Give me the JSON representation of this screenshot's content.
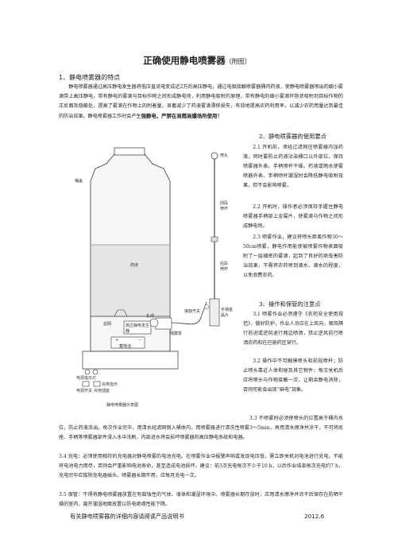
{
  "title": "正确使用静电喷雾器",
  "title_note": "（附图）",
  "section1": {
    "heading": "1、静电喷雾器的特点",
    "body": "静电喷雾器通过高压静电发生器将低压直流电变成近2万的高压静电，通过电极接触喷雾器桶内药液，使静电喷雾器喷出的细小雾滴带上高压静电，带有静电的雾滴与目标作物之间形成静电场，利用静电吸附的原理，带有静电的细小雾滴环抱状吸附到目标作物的正反面及隐蔽处，提高了雾滴在作物上的附着量，显著减少了药液雾滴漂移损失，有效地提高农药利用率，以减少农药用量达到最佳的防治效果。静电喷雾器工作时会产生",
    "warning": "强静电，严禁在易燃易爆场所使用！"
  },
  "section2": {
    "heading": "2、静电喷雾器的使用要点",
    "p21": "2.1 开机前，须经过滤网往喷雾器内加药液，同时要防止药液沾染桶口以外部位，保持喷雾器外表、手柄喷杆干燥。药液或雨水使雾喷器外表、手柄喷杆潮湿时会降低静电吸附效果，但不会影响喷雾。",
    "p22": "2.2 开机时，操作者必须保持手握住静电喷雾器手柄部上金属片，使雾滴与作物之间形成静电场。",
    "p23": "2.3 喷雾作业，建议将喷头距离作物30～50cm喷雾，静电作用能使被喷雾作物表面吸附了一层细密的雾滴，起到了良好的病虫害防治效果，不需将农药喷到滴水、滴水的程度，以免浪费农药。"
  },
  "section3": {
    "heading": "3、操作和保管的注意点",
    "p31": "3.1 喷雾作业必须遵守《农药安全使用规范》，做好防护，作业人员应在上风向，顺风隔行前进或逆风退行两边喷洒，禁止逆风前行喷洒农药和在已施药区穿行。",
    "p32": "3.2 操作中不可触摸喷头和前段喷杆；防止喷头靠近人体和碰及其它物件；每次关机后应将喷头与作物接触一次，让剩余静电消除，否则可能会出现“麻电”现象。",
    "p33": "3.3 不喷雾时必须使喷头的位置高于桶内水位，防止药液流出。每次作业完毕，用清水经滤网倒入桶体内，用喷雾器进行清洗性喷雾3～5min，再用清水擦净并凉干，不可将底座、手柄等喷雾器部件浸入水中洗刷，内部进水将会损坏喷雾器的高压静电系统和电器。",
    "p34": "3.4 充电：必须使用相符的充电器对静电喷雾的电池充电。在喷雾作业中报警声响或发现电压低，需立即关机对电池进行充电，不能将电池电力用尽，否则会严重影响电池寿命，甚至造成电池损坏。建议：前3次充电每次不少于10 h，以后作业结束每次充电约7 h，充电完毕应拔除充电器插头。喷雾器长期不用，应每月充电一次。",
    "p35": "3.5 保管：不得将静电喷雾器放置在有腐蚀性的气体、液体和潮湿环境中。喷雾器长期存放时，应用清水擦净并凉干后保存在防晒干燥的室内，离开潮湿地面放置以防电绝缘性能下降。"
  },
  "footer": {
    "text": "有关静电喷雾器的详细内容请阅读产品说明书",
    "date": "2012.6"
  },
  "diagram": {
    "caption": "静电喷雾器示意图",
    "labels": {
      "lid": "桶盖",
      "liquid": "药液",
      "nozzle": "喷头",
      "front_rod": "前段喷杆",
      "rear_rod": "后段喷杆",
      "joint": "接旋开关",
      "handle": "手柄金属片",
      "filter": "滤网",
      "lift": "扎线",
      "hv": "高压静电发生器",
      "pump": "隔膜泵",
      "battery": "蓄电池",
      "power_light": "电源指示灯",
      "charge_light": "充电指示",
      "power_switch": "电源开关",
      "charge_socket": "充电插座"
    }
  }
}
